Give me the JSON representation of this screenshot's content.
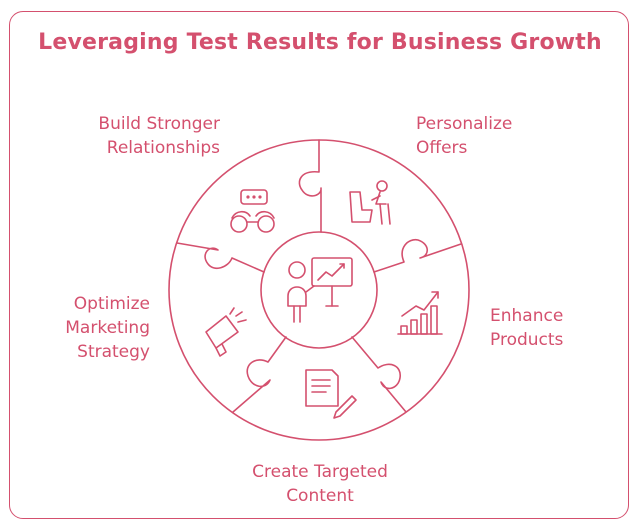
{
  "title": "Leveraging Test Results for Business Growth",
  "colors": {
    "accent": "#d4506e"
  },
  "center": {
    "icon": "presenter-chart-icon"
  },
  "segments": [
    {
      "line1": "Build Stronger",
      "line2": "Relationships",
      "icon": "users-chat-icon"
    },
    {
      "line1": "Personalize",
      "line2": "Offers",
      "icon": "person-chair-icon"
    },
    {
      "line1": "Enhance",
      "line2": "Products",
      "icon": "growth-bar-chart-icon"
    },
    {
      "line1": "Create Targeted",
      "line2": "Content",
      "icon": "document-pencil-icon"
    },
    {
      "line1": "Optimize",
      "line2": "Marketing",
      "line3": "Strategy",
      "icon": "megaphone-icon"
    }
  ]
}
